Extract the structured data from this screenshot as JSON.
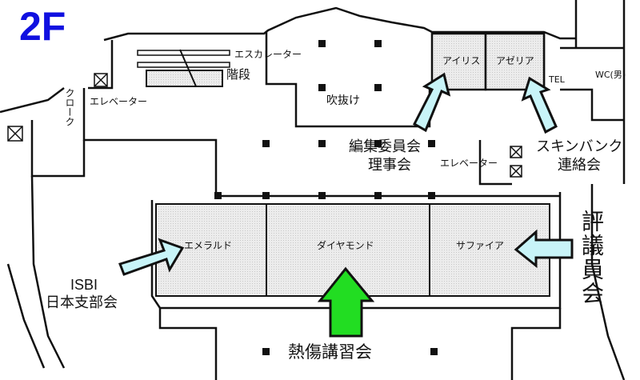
{
  "floor": "2F",
  "rooms": {
    "emerald": "エメラルド",
    "diamond": "ダイヤモンド",
    "sapphire": "サファイア",
    "iris": "アイリス",
    "azalea": "アゼリア"
  },
  "facilities": {
    "escalator": "エスカレーター",
    "stairs": "階段",
    "atrium": "吹抜け",
    "cloak": "クローク",
    "elevator_left": "エレベーター",
    "elevator_right": "エレベーター",
    "tel": "TEL",
    "wc": "WC(男)"
  },
  "events": {
    "editorial_line1": "編集委員会",
    "editorial_line2": "理事会",
    "skinbank_line1": "スキンバンク",
    "skinbank_line2": "連絡会",
    "isbi_line1": "ISBI",
    "isbi_line2": "日本支部会",
    "council": "評議員会",
    "burn_course": "熱傷講習会"
  },
  "colors": {
    "floor_label": "#1010e0",
    "main_arrow": "#22dd22",
    "side_arrow": "#c8f4f8",
    "room_fill": "#e6e6e6"
  }
}
